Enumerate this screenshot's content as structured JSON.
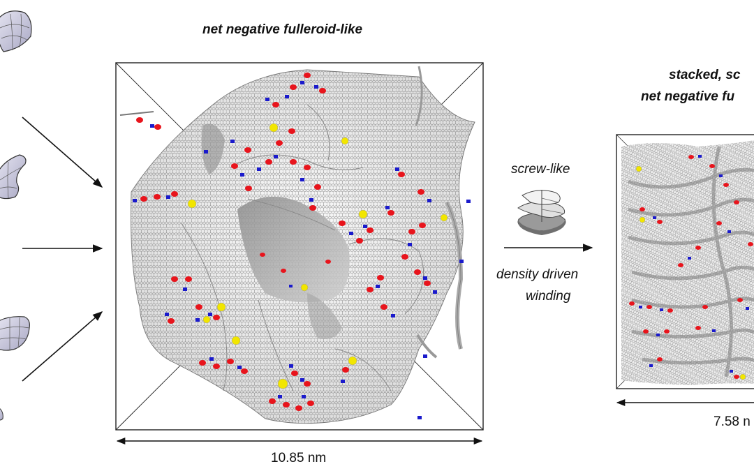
{
  "titles": {
    "center": "net negative fulleroid-like",
    "right_line1": "stacked, sc",
    "right_line2": "net negative fu"
  },
  "process": {
    "line1": "screw-like",
    "line2": "density driven",
    "line3": "winding"
  },
  "dimensions": {
    "center": "10.85 nm",
    "right": "7.58 n"
  },
  "colors": {
    "ring_red": "#e8141c",
    "ring_blue": "#1a1acc",
    "ring_yellow": "#f2e600",
    "sheet_grey": "#e9e9e9",
    "lattice": "#6d6d6d",
    "box_line": "#222222",
    "shape_fill": "#c9c8dc"
  }
}
